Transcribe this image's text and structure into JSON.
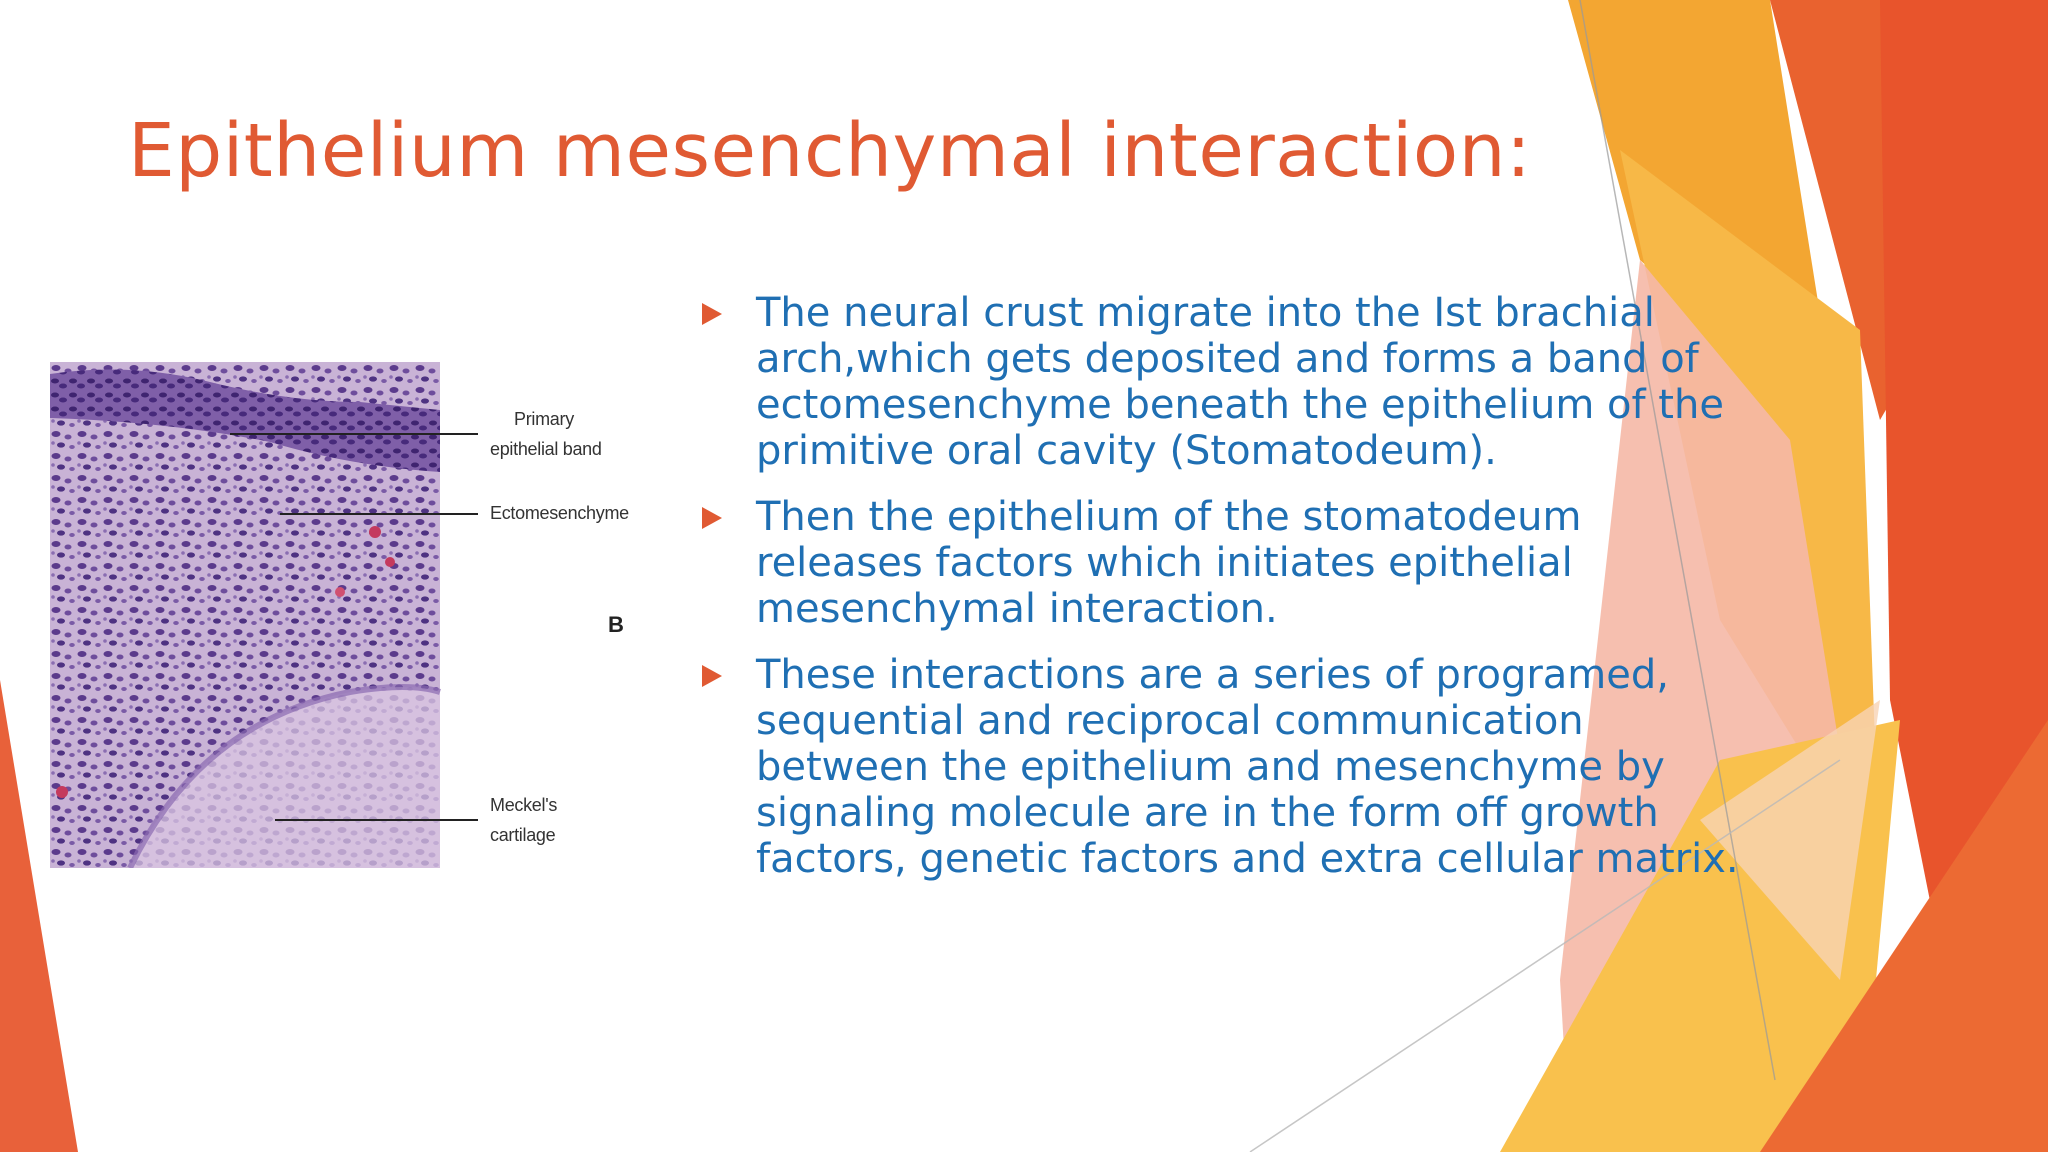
{
  "slide": {
    "title": "Epithelium mesenchymal interaction:",
    "figure": {
      "labels": [
        "Primary",
        "epithelial band",
        "Ectomesenchyme",
        "Meckel's",
        "cartilage"
      ],
      "panel_letter": "B"
    },
    "bullets": [
      "The neural crust migrate into the Ist brachial arch,which gets deposited and forms a band of ectomesenchyme beneath the epithelium of the primitive oral cavity (Stomatodeum).",
      "Then the epithelium of the stomatodeum releases factors which initiates epithelial mesenchymal interaction.",
      "These interactions are a series of programed, sequential and reciprocal communication between the epithelium and mesenchyme by signaling molecule are in the form off growth factors, genetic factors and extra cellular matrix."
    ]
  },
  "colors": {
    "title": "#e05a33",
    "body_text": "#1f6fb3",
    "bullet": "#e05a33",
    "accent_orange": "#e8542c",
    "accent_amber": "#f4a934",
    "accent_yellow": "#f9c14d",
    "accent_pink": "#f4b6a6"
  },
  "icons": {
    "bullet": "right-triangle-bullet-icon"
  }
}
